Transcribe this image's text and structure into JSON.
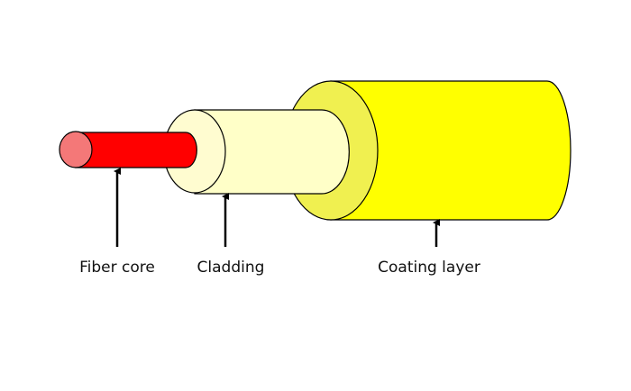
{
  "labels": {
    "fiber_core": "Fiber core",
    "cladding": "Cladding",
    "coating_layer": "Coating layer"
  },
  "colors": {
    "coating_side": "#ffff00",
    "coating_face": "#f0f050",
    "cladding_side": "#ffffc8",
    "cladding_face": "#fffcd0",
    "core_side": "#ff0000",
    "core_face": "#f47878",
    "outline": "#000000"
  }
}
